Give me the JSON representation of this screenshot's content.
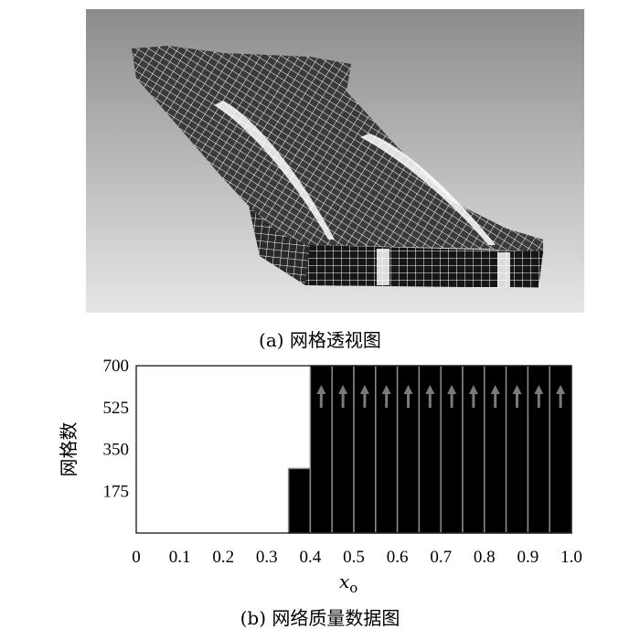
{
  "panel_a": {
    "caption": "(a) 网格透视图"
  },
  "panel_b": {
    "caption": "(b) 网络质量数据图"
  },
  "chart_data": {
    "type": "bar",
    "title": "",
    "xlabel": "x",
    "xlabel_subscript": "o",
    "ylabel": "网格数",
    "xlim": [
      0,
      1.0
    ],
    "ylim": [
      0,
      700
    ],
    "x_ticks": [
      "0",
      "0.1",
      "0.2",
      "0.3",
      "0.4",
      "0.5",
      "0.6",
      "0.7",
      "0.8",
      "0.9",
      "1.0"
    ],
    "y_ticks": [
      "175",
      "350",
      "525",
      "700"
    ],
    "bin_width": 0.05,
    "bins": [
      {
        "x0": 0.35,
        "x1": 0.4,
        "value": 270,
        "overflow": false
      },
      {
        "x0": 0.4,
        "x1": 0.45,
        "value": 700,
        "overflow": true
      },
      {
        "x0": 0.45,
        "x1": 0.5,
        "value": 700,
        "overflow": true
      },
      {
        "x0": 0.5,
        "x1": 0.55,
        "value": 700,
        "overflow": true
      },
      {
        "x0": 0.55,
        "x1": 0.6,
        "value": 700,
        "overflow": true
      },
      {
        "x0": 0.6,
        "x1": 0.65,
        "value": 700,
        "overflow": true
      },
      {
        "x0": 0.65,
        "x1": 0.7,
        "value": 700,
        "overflow": true
      },
      {
        "x0": 0.7,
        "x1": 0.75,
        "value": 700,
        "overflow": true
      },
      {
        "x0": 0.75,
        "x1": 0.8,
        "value": 700,
        "overflow": true
      },
      {
        "x0": 0.8,
        "x1": 0.85,
        "value": 700,
        "overflow": true
      },
      {
        "x0": 0.85,
        "x1": 0.9,
        "value": 700,
        "overflow": true
      },
      {
        "x0": 0.9,
        "x1": 0.95,
        "value": 700,
        "overflow": true
      },
      {
        "x0": 0.95,
        "x1": 1.0,
        "value": 700,
        "overflow": true
      }
    ],
    "grid": false,
    "bar_color": "#000000",
    "bar_edge_color": "#8a8a8a",
    "arrow_color": "#7a7a7a"
  }
}
